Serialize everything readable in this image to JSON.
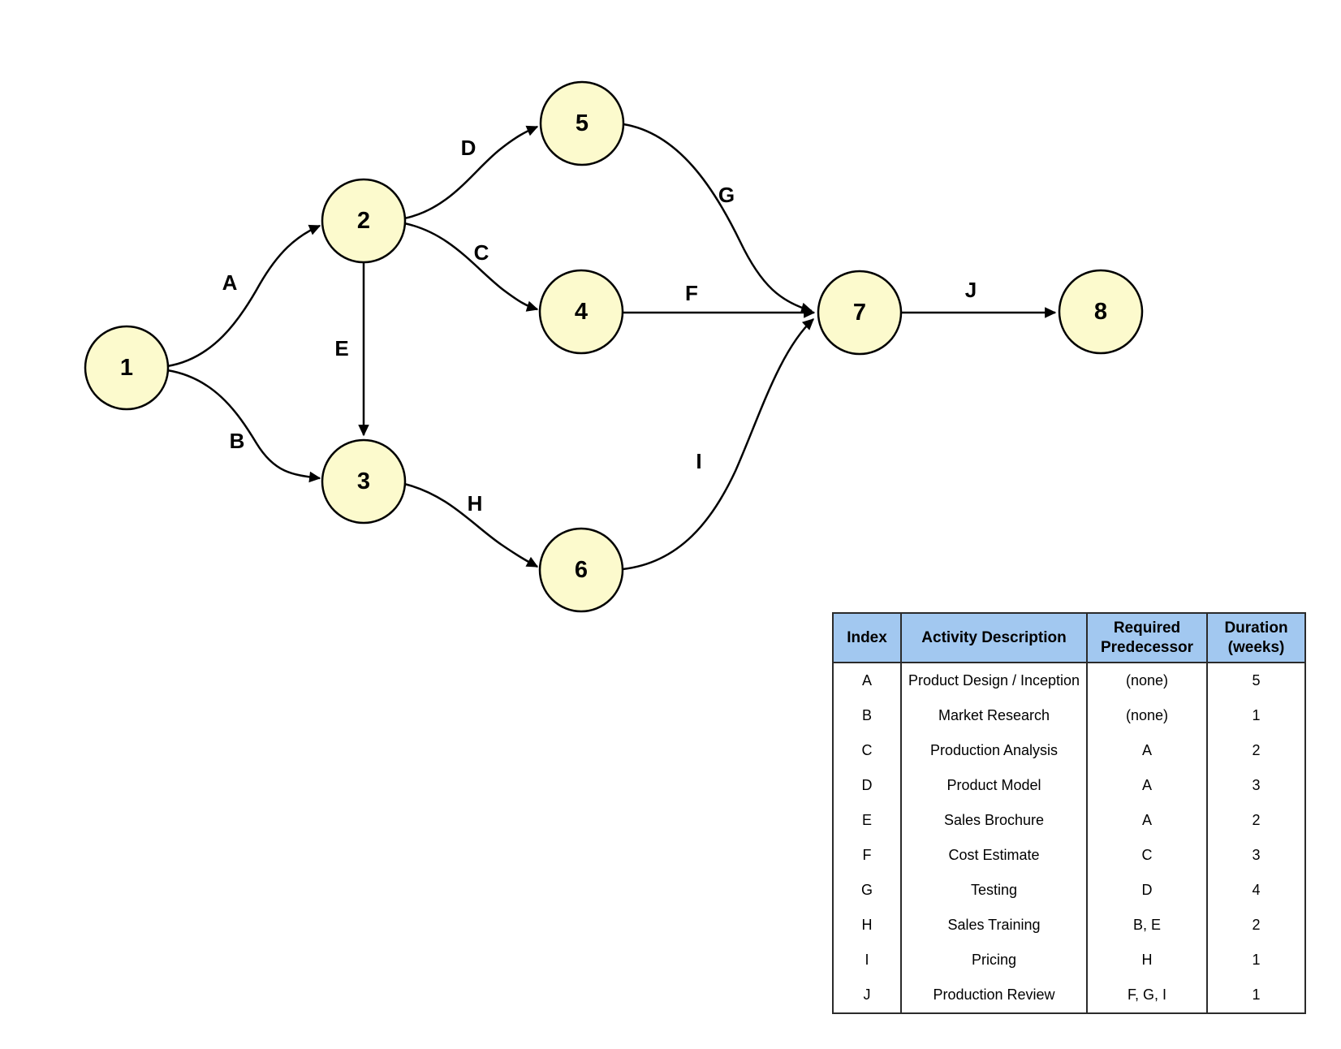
{
  "title": "Activity network diagram with activity table",
  "colors": {
    "background": "#FFFFFF",
    "node_fill": "#FCFACD",
    "node_border": "#000000",
    "edge_color": "#000000",
    "table_header_bg": "#A2C8F0",
    "table_border": "#2B2B2B"
  },
  "diagram": {
    "nodes": [
      {
        "label": "1"
      },
      {
        "label": "2"
      },
      {
        "label": "3"
      },
      {
        "label": "4"
      },
      {
        "label": "5"
      },
      {
        "label": "6"
      },
      {
        "label": "7"
      },
      {
        "label": "8"
      }
    ],
    "edges": [
      {
        "label": "A",
        "from": "1",
        "to": "2"
      },
      {
        "label": "B",
        "from": "1",
        "to": "3"
      },
      {
        "label": "C",
        "from": "2",
        "to": "4"
      },
      {
        "label": "D",
        "from": "2",
        "to": "5"
      },
      {
        "label": "E",
        "from": "2",
        "to": "3"
      },
      {
        "label": "F",
        "from": "4",
        "to": "7"
      },
      {
        "label": "G",
        "from": "5",
        "to": "7"
      },
      {
        "label": "H",
        "from": "3",
        "to": "6"
      },
      {
        "label": "I",
        "from": "6",
        "to": "7"
      },
      {
        "label": "J",
        "from": "7",
        "to": "8"
      }
    ]
  },
  "table": {
    "headers": [
      "Index",
      "Activity Description",
      "Required Predecessor",
      "Duration (weeks)"
    ],
    "rows": [
      {
        "index": "A",
        "description": "Product Design / Inception",
        "predecessor": "(none)",
        "duration": "5"
      },
      {
        "index": "B",
        "description": "Market Research",
        "predecessor": "(none)",
        "duration": "1"
      },
      {
        "index": "C",
        "description": "Production Analysis",
        "predecessor": "A",
        "duration": "2"
      },
      {
        "index": "D",
        "description": "Product Model",
        "predecessor": "A",
        "duration": "3"
      },
      {
        "index": "E",
        "description": "Sales Brochure",
        "predecessor": "A",
        "duration": "2"
      },
      {
        "index": "F",
        "description": "Cost Estimate",
        "predecessor": "C",
        "duration": "3"
      },
      {
        "index": "G",
        "description": "Testing",
        "predecessor": "D",
        "duration": "4"
      },
      {
        "index": "H",
        "description": "Sales Training",
        "predecessor": "B, E",
        "duration": "2"
      },
      {
        "index": "I",
        "description": "Pricing",
        "predecessor": "H",
        "duration": "1"
      },
      {
        "index": "J",
        "description": "Production Review",
        "predecessor": "F, G, I",
        "duration": "1"
      }
    ]
  }
}
